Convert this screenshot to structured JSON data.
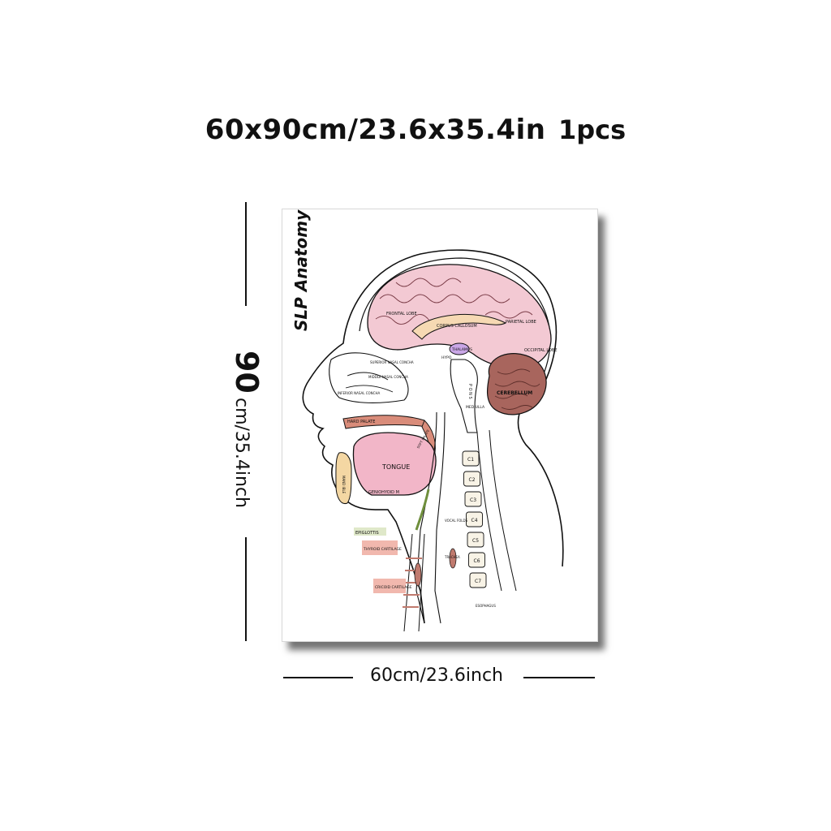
{
  "headline": {
    "dimensions": "60x90cm/23.6x35.4in",
    "quantity": "1pcs"
  },
  "height_label": {
    "number": "90",
    "unit": "cm/35.4inch"
  },
  "width_label": "60cm/23.6inch",
  "poster": {
    "title": "SLP Anatomy",
    "labels": {
      "frontal_lobe": "FRONTAL LOBE",
      "corpus_callosum": "CORPUS CALLOSUM",
      "parietal_lobe": "PARIETAL LOBE",
      "occipital_lobe": "OCCIPITAL LOBE",
      "thalamus": "THALAMUS",
      "hypo": "HYPO",
      "pons": "P O N S",
      "cerebellum": "CEREBELLUM",
      "medulla": "MED ULLA",
      "superior_nasal_concha": "SUPERIOR NASAL CONCHA",
      "middle_nasal_concha": "MIDDLE NASAL CONCHA",
      "inferior_nasal_concha": "INFERIOR NASAL CONCHA",
      "hard_palate": "HARD PALATE",
      "soft_palate": "SOFT PALATE",
      "tongue": "TONGUE",
      "mandible": "MAND IBLE",
      "mylohyoid": "GENIOHYOID M",
      "epiglottis": "EPIGLOTTIS",
      "thyroid_cartilage": "THYROID CARTILAGE",
      "cricoid_cartilage": "CRICOID CARTILAGE",
      "vocal_folds": "VOCAL FOLDS",
      "esophagus": "ESOPHAGUS",
      "trachea": "TRACHEA"
    },
    "vertebrae": [
      "C1",
      "C2",
      "C3",
      "C4",
      "C5",
      "C6",
      "C7"
    ]
  },
  "colors": {
    "brain": "#f3c9d3",
    "corpus_callosum": "#f6d9b3",
    "cerebellum": "#a8655d",
    "tongue": "#f2b6c8",
    "mandible": "#f4d7a3",
    "palate": "#d98c7a",
    "epiglottis_tag": "#dfe8c9",
    "cartilage_tag": "#f1b8ae",
    "thalamus": "#c9a6e6",
    "outline": "#111111"
  }
}
